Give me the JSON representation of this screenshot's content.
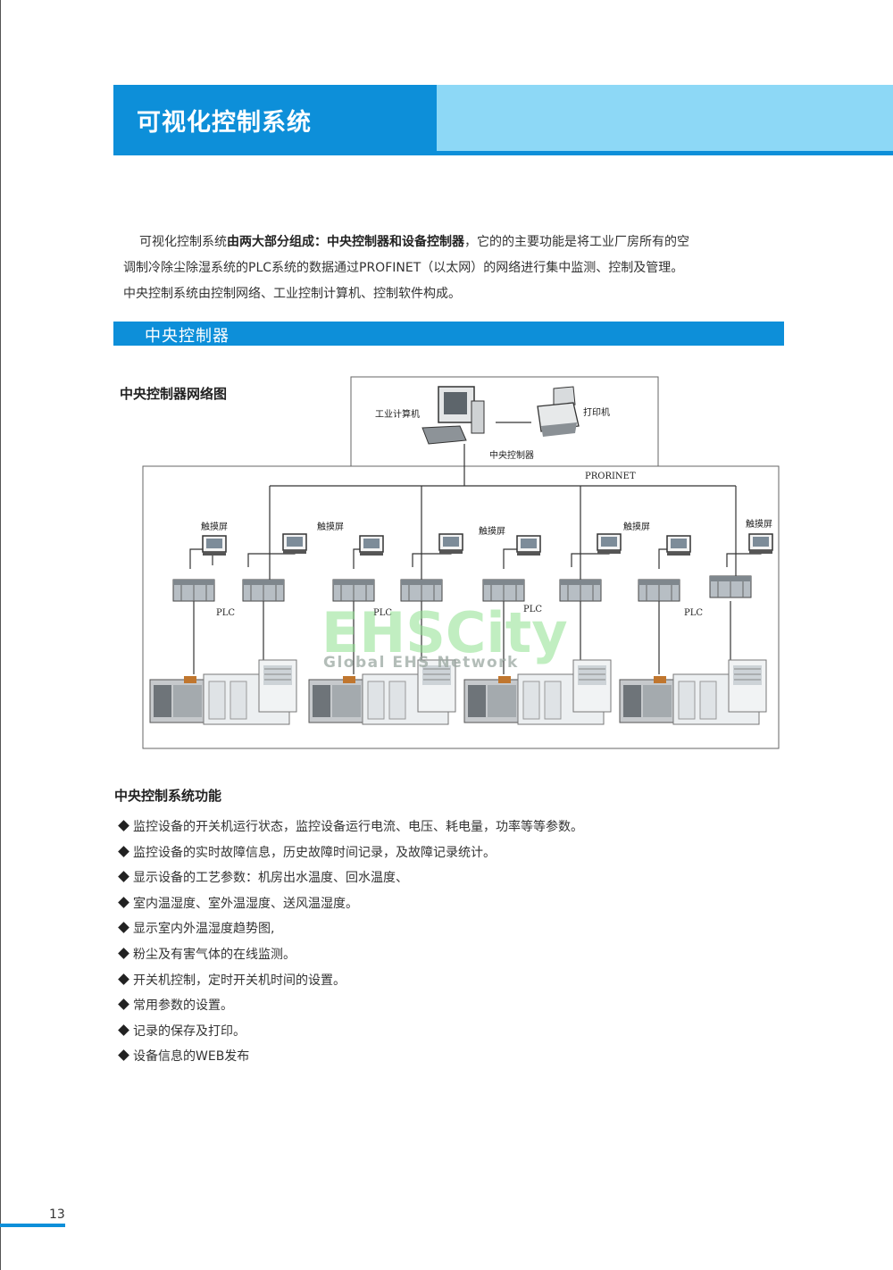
{
  "page": {
    "title": "可视化控制系统",
    "number": "13"
  },
  "intro": {
    "seg1": "可视化控制系统",
    "seg2": "由两大部分组成：中央控制器和设备控制器",
    "seg3": "，它的的主要功能是将工业厂房所有的空",
    "line2": "调制冷除尘除湿系统的PLC系统的数据通过PROFINET（以太网）的网络进行集中监测、控制及管理。",
    "line3": "中央控制系统由控制网络、工业控制计算机、控制软件构成。"
  },
  "section": {
    "title": "中央控制器"
  },
  "diagram": {
    "caption": "中央控制器网络图",
    "computer_label": "工业计算机",
    "printer_label": "打印机",
    "central_label": "中央控制器",
    "network_label": "PRORINET",
    "touch_labels": [
      "触摸屏",
      "触摸屏",
      "触摸屏",
      "触摸屏",
      "触摸屏"
    ],
    "plc_labels": [
      "PLC",
      "PLC",
      "PLC",
      "PLC"
    ],
    "watermark_main": "EHSCity",
    "watermark_sub": "Global EHS Network"
  },
  "functions": {
    "heading": "中央控制系统功能",
    "items": [
      "监控设备的开关机运行状态，监控设备运行电流、电压、耗电量，功率等等参数。",
      "监控设备的实时故障信息，历史故障时间记录，及故障记录统计。",
      "显示设备的工艺参数：机房出水温度、回水温度、",
      "室内温湿度、室外温湿度、送风温湿度。",
      "显示室内外温湿度趋势图,",
      "粉尘及有害气体的在线监测。",
      "开关机控制，定时开关机时间的设置。",
      "常用参数的设置。",
      "记录的保存及打印。",
      "设备信息的WEB发布"
    ]
  }
}
